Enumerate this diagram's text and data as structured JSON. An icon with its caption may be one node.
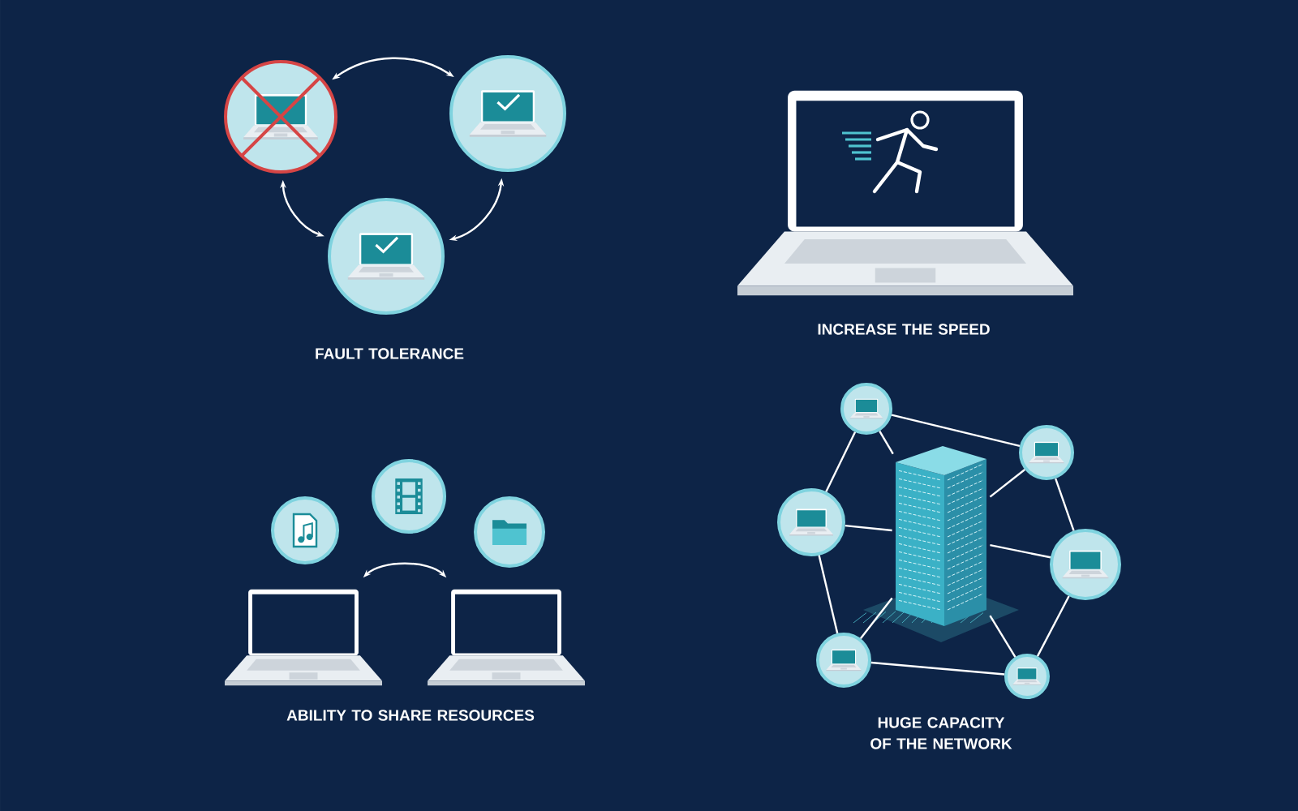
{
  "diagram": {
    "nodes": [
      {
        "text": [],
        "shape": "circle"
      },
      {
        "text": [],
        "shape": "circle"
      },
      {
        "text": [],
        "shape": "circle"
      },
      {
        "text": [],
        "shape": "circle"
      },
      {
        "text": [],
        "shape": "circle"
      },
      {
        "text": [],
        "shape": "circle"
      },
      {
        "text": [],
        "shape": "picture"
      },
      {
        "text": [],
        "shape": "picture"
      },
      {
        "text": [],
        "shape": "picture"
      },
      {
        "text": [],
        "shape": "circle"
      },
      {
        "text": [],
        "shape": "circle"
      },
      {
        "text": [],
        "shape": "circle"
      },
      {
        "text": [],
        "shape": "circle"
      },
      {
        "text": [],
        "shape": "circle"
      },
      {
        "text": [],
        "shape": "circle"
      }
    ],
    "edges": [
      {
        "from": 0,
        "to": 1,
        "arrow": "both"
      },
      {
        "from": 1,
        "to": 2,
        "arrow": "both"
      },
      {
        "from": 2,
        "to": 0,
        "arrow": "both"
      },
      {
        "from": 6,
        "to": 7,
        "arrow": "both"
      },
      {
        "from": 9,
        "to": 10,
        "arrow": "none"
      },
      {
        "from": 9,
        "to": 11,
        "arrow": "none"
      },
      {
        "from": 9,
        "to": 8,
        "arrow": "none"
      },
      {
        "from": 10,
        "to": 8,
        "arrow": "none"
      },
      {
        "from": 10,
        "to": 12,
        "arrow": "none"
      },
      {
        "from": 11,
        "to": 8,
        "arrow": "none"
      },
      {
        "from": 11,
        "to": 13,
        "arrow": "none"
      },
      {
        "from": 12,
        "to": 8,
        "arrow": "none"
      },
      {
        "from": 12,
        "to": 14,
        "arrow": "none"
      },
      {
        "from": 13,
        "to": 8,
        "arrow": "none"
      },
      {
        "from": 13,
        "to": 14,
        "arrow": "none"
      },
      {
        "from": 14,
        "to": 8,
        "arrow": "none"
      }
    ],
    "labels": [
      "FAULT TOLERANCE",
      "INCREASE THE SPEED",
      "ABILITY TO SHARE RESOURCES",
      "HUGE CAPACITY OF THE NETWORK"
    ]
  }
}
